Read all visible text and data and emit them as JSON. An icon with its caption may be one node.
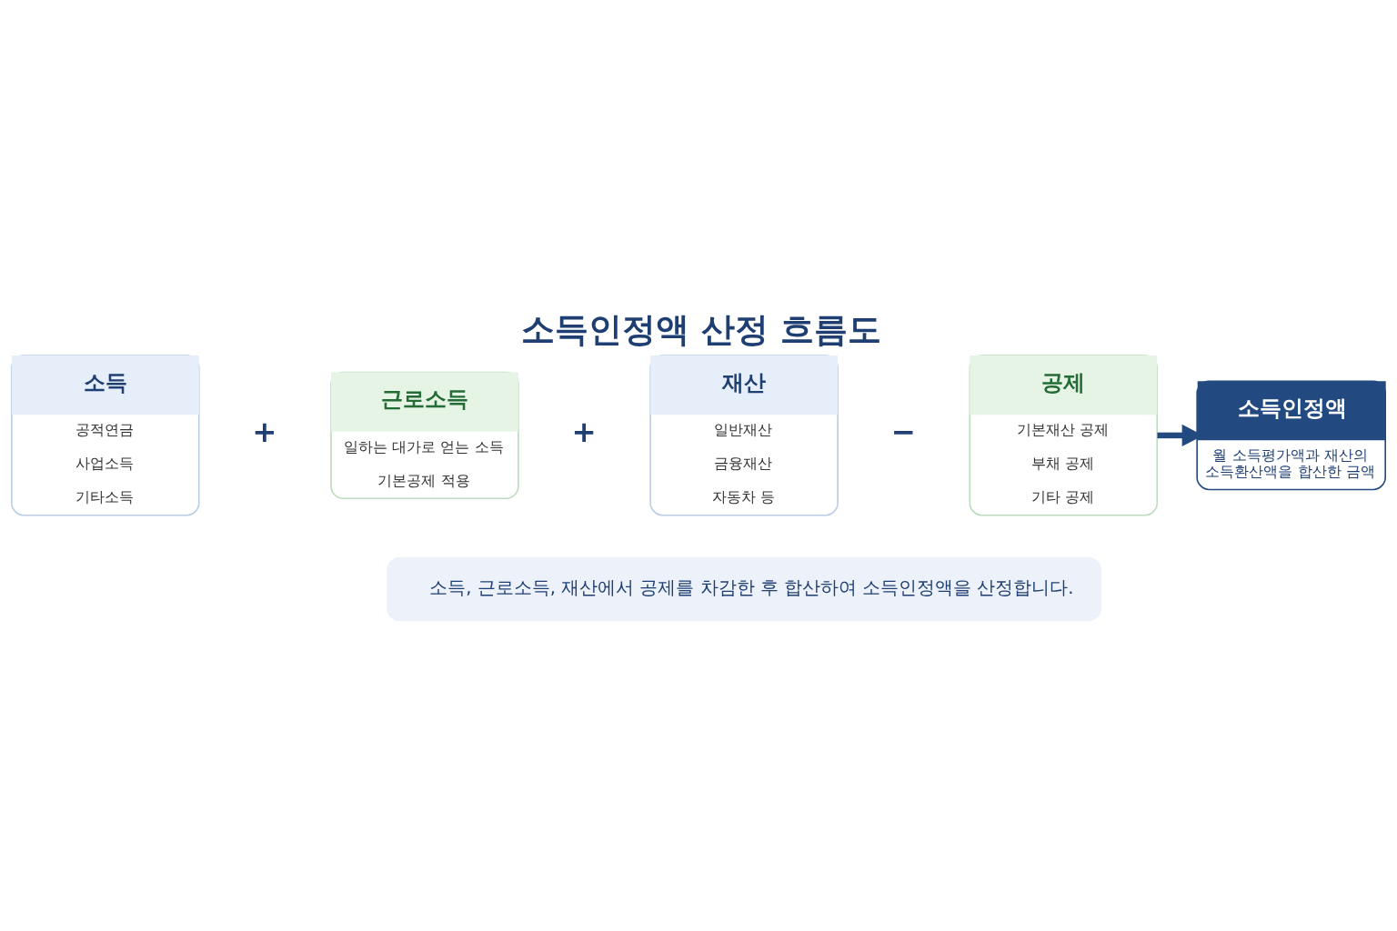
{
  "diagram": {
    "title": "소득인정액 산정 흐름도",
    "nodes": [
      {
        "text": [
          "소득",
          "공적연금",
          "사업소득",
          "기타소득"
        ]
      },
      {
        "text": [
          "근로소득",
          "일하는 대가로 얻는 소득",
          "기본공제 적용"
        ]
      },
      {
        "text": [
          "재산",
          "일반재산",
          "금융재산",
          "자동차 등"
        ]
      },
      {
        "text": [
          "공제",
          "기본재산 공제",
          "부채 공제",
          "기타 공제"
        ]
      },
      {
        "text": [
          "소득인정액",
          "월 소득평가액과 재산의 소득환산액을 합산한 금액"
        ]
      },
      {
        "text": [
          "소득, 근로소득, 재산에서 공제를 차감한 후 합산하여 소득인정액을 산정합니다."
        ]
      }
    ],
    "edges": [
      {
        "from": 3,
        "to": 4,
        "arrow": "to"
      }
    ],
    "labels": [
      "+",
      "+",
      "−"
    ]
  }
}
